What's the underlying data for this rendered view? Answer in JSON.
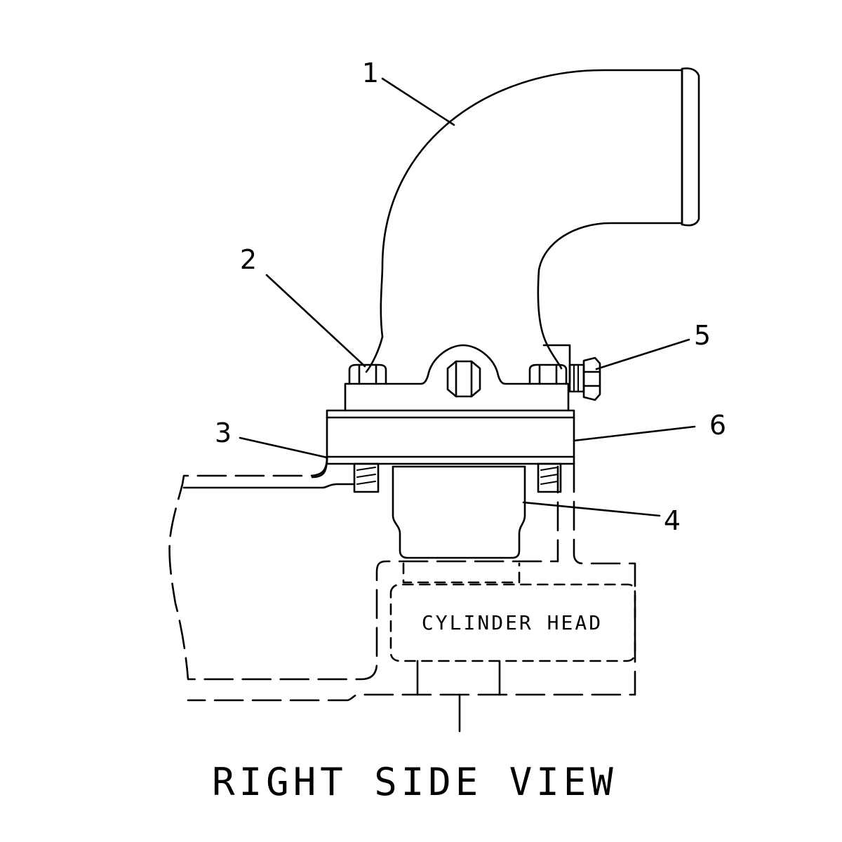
{
  "callouts": [
    {
      "id": "1",
      "label": "1"
    },
    {
      "id": "2",
      "label": "2"
    },
    {
      "id": "3",
      "label": "3"
    },
    {
      "id": "4",
      "label": "4"
    },
    {
      "id": "5",
      "label": "5"
    },
    {
      "id": "6",
      "label": "6"
    }
  ],
  "labels": {
    "cylinder_head": "CYLINDER HEAD",
    "view_title": "RIGHT SIDE VIEW"
  }
}
